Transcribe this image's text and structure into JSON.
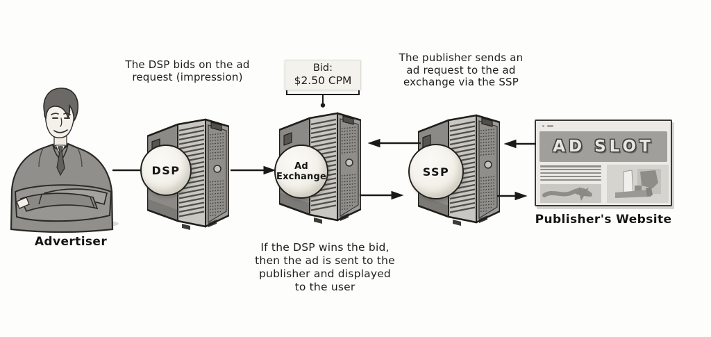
{
  "colors": {
    "ink": "#1d1c1a",
    "paper": "#fdfdfb",
    "server_gray": "#9d9c98",
    "node_circle_fill": "#f3f1ea",
    "ad_banner_gray": "#a09f9b"
  },
  "advertiser": {
    "label": "Advertiser"
  },
  "nodes": {
    "dsp": {
      "label": "DSP"
    },
    "ad_exchange": {
      "label": "Ad\nExchange"
    },
    "ssp": {
      "label": "SSP"
    }
  },
  "bid_sign": {
    "title": "Bid:",
    "value": "$2.50 CPM"
  },
  "captions": {
    "dsp_bid": "The DSP bids on the ad\nrequest (impression)",
    "publisher_request": "The publisher sends an\nad request to the ad\nexchange via the SSP",
    "win_note": "If the DSP wins the bid,\nthen the ad is sent to the\npublisher and displayed\nto the user"
  },
  "website": {
    "ad_slot": "AD SLOT",
    "label": "Publisher's Website"
  },
  "flows": [
    {
      "from": "advertiser",
      "to": "dsp",
      "style": "line"
    },
    {
      "from": "dsp",
      "to": "ad_exchange",
      "style": "arrow-right"
    },
    {
      "from": "ssp",
      "to": "ad_exchange",
      "style": "arrow-left"
    },
    {
      "from": "ad_exchange",
      "to": "ssp",
      "style": "arrow-right"
    },
    {
      "from": "publisher_website",
      "to": "ssp",
      "style": "arrow-left"
    },
    {
      "from": "ssp",
      "to": "publisher_website",
      "style": "arrow-right"
    }
  ]
}
